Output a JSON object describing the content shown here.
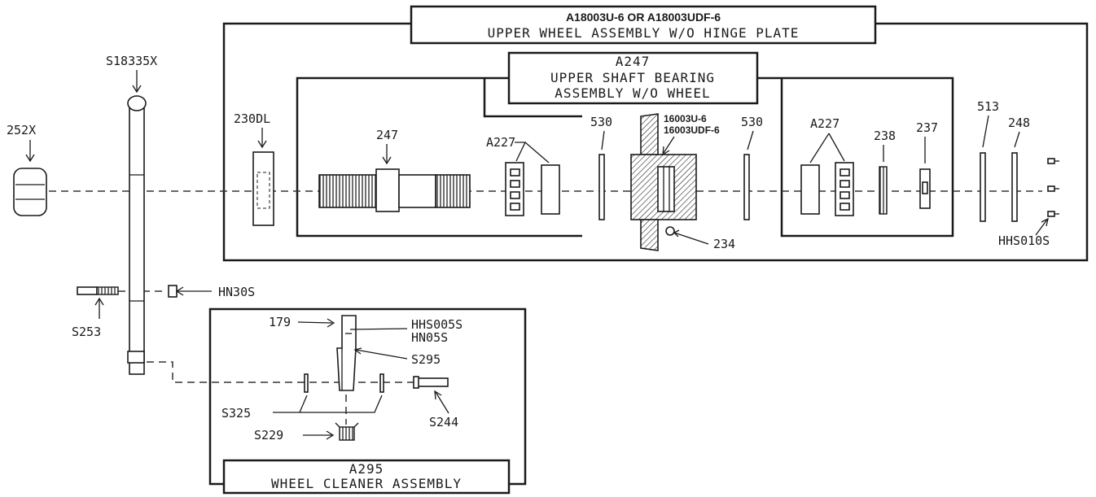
{
  "assemblies": {
    "upper_wheel": {
      "part_number": "A18003U-6 OR A18003UDF-6",
      "title": "UPPER WHEEL ASSEMBLY W/O HINGE PLATE"
    },
    "upper_shaft_bearing": {
      "part_number": "A247",
      "title_line1": "UPPER SHAFT BEARING",
      "title_line2": "ASSEMBLY W/O WHEEL"
    },
    "wheel_cleaner": {
      "part_number": "A295",
      "title": "WHEEL CLEANER ASSEMBLY"
    }
  },
  "parts": {
    "p252x": "252X",
    "s18335x": "S18335X",
    "p230dl": "230DL",
    "p247": "247",
    "a227_left": "A227",
    "p530_left": "530",
    "wheel_line1": "16003U-6",
    "wheel_line2": "16003UDF-6",
    "p530_right": "530",
    "a227_right": "A227",
    "p238": "238",
    "p237": "237",
    "p513": "513",
    "p248": "248",
    "p234": "234",
    "hhs010s": "HHS010S",
    "hn30s": "HN30S",
    "s253": "S253",
    "p179": "179",
    "hhs005s": "HHS005S",
    "hn05s": "HN05S",
    "s295": "S295",
    "s325": "S325",
    "s244": "S244",
    "s229": "S229"
  }
}
